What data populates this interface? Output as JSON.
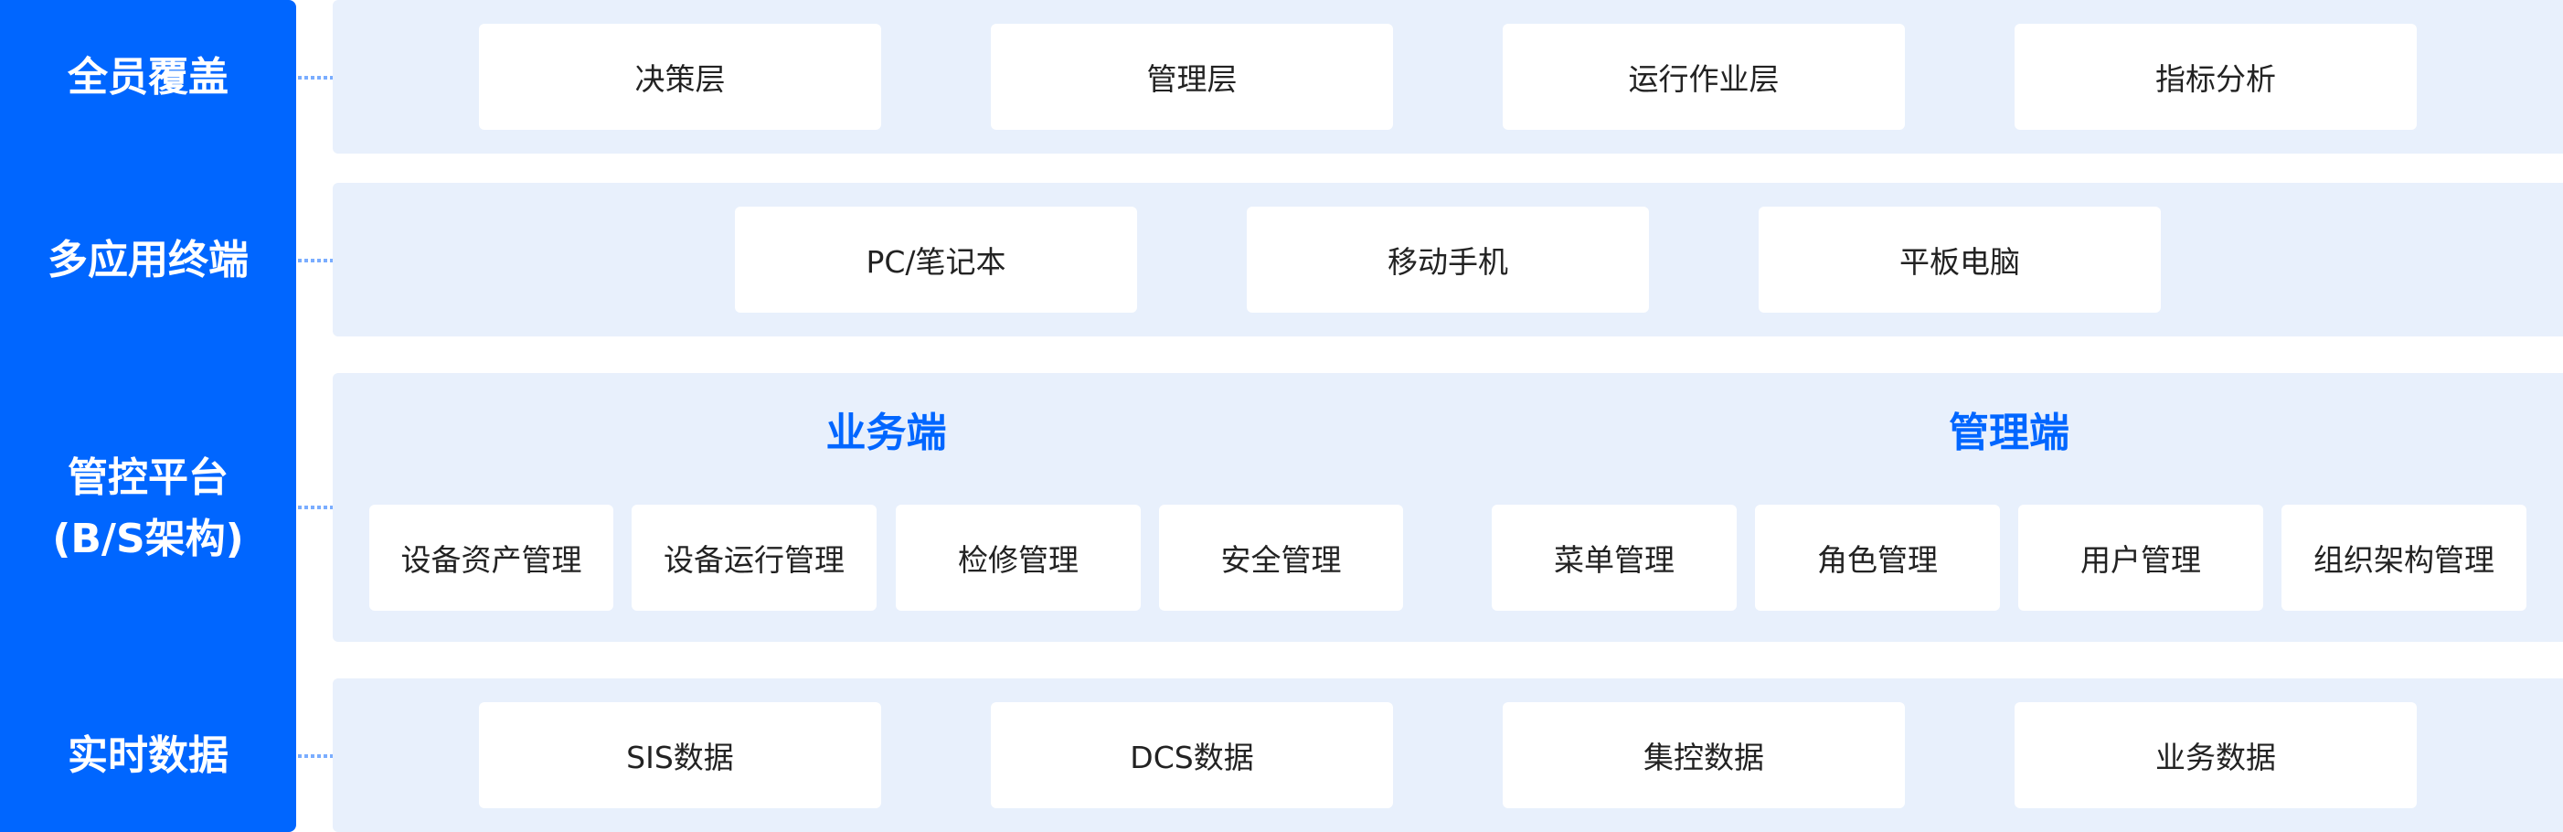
{
  "colors": {
    "side_panel": "#0066FF",
    "row_background": "#E8F0FC",
    "box_background": "#FFFFFF",
    "box_text": "#222222",
    "section_title": "#0066FF",
    "arrow": "#7AADFF"
  },
  "side": {
    "labels": [
      {
        "line1": "全员覆盖"
      },
      {
        "line1": "多应用终端"
      },
      {
        "line1": "管控平台",
        "line2": "(B/S架构)"
      },
      {
        "line1": "实时数据"
      }
    ]
  },
  "rows": {
    "coverage": {
      "items": [
        "决策层",
        "管理层",
        "运行作业层",
        "指标分析"
      ]
    },
    "terminals": {
      "items": [
        "PC/笔记本",
        "移动手机",
        "平板电脑"
      ]
    },
    "platform": {
      "business": {
        "title": "业务端",
        "items": [
          "设备资产管理",
          "设备运行管理",
          "检修管理",
          "安全管理"
        ]
      },
      "admin": {
        "title": "管理端",
        "items": [
          "菜单管理",
          "角色管理",
          "用户管理",
          "组织架构管理"
        ]
      }
    },
    "realtime": {
      "items": [
        "SIS数据",
        "DCS数据",
        "集控数据",
        "业务数据"
      ]
    }
  }
}
